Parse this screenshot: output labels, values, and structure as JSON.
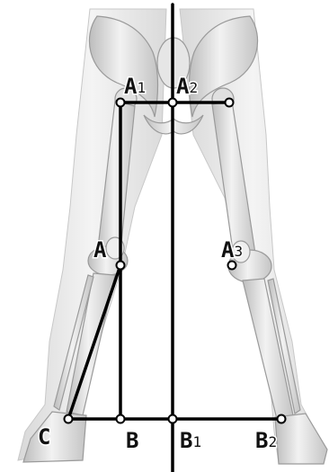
{
  "figure": {
    "subject": "lower-limb-skeleton",
    "colors": {
      "line": "#000000",
      "point_fill": "#ffffff",
      "bone": "#d9d9d9",
      "bone_shadow": "#b0b0b0",
      "body": "#ececec"
    }
  },
  "labels": {
    "A1": {
      "main": "A",
      "sub": "1"
    },
    "A2": {
      "main": "A",
      "sub": "2"
    },
    "A": {
      "main": "A",
      "sub": ""
    },
    "A3": {
      "main": "A",
      "sub": "3"
    },
    "C": {
      "main": "C",
      "sub": ""
    },
    "B": {
      "main": "B",
      "sub": ""
    },
    "B1": {
      "main": "B",
      "sub": "1"
    },
    "B2": {
      "main": "B",
      "sub": "2"
    }
  }
}
